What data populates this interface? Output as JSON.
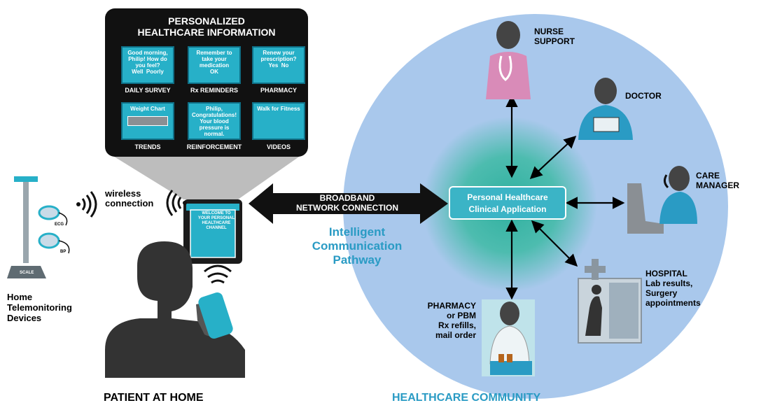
{
  "panel": {
    "title_line1": "PERSONALIZED",
    "title_line2": "HEALTHCARE INFORMATION",
    "tiles": [
      {
        "text": "Good morning, Philip! How do you feel?",
        "opt_a": "Well",
        "opt_b": "Poorly",
        "label": "DAILY SURVEY"
      },
      {
        "text": "Remember to take your medication",
        "opt_a": "OK",
        "label": "Rx REMINDERS"
      },
      {
        "text": "Renew your prescription?",
        "opt_a": "Yes",
        "opt_b": "No",
        "label": "PHARMACY"
      },
      {
        "text": "Weight Chart",
        "label": "TRENDS"
      },
      {
        "text": "Philip, Congratulations! Your blood pressure is normal.",
        "label": "REINFORCEMENT"
      },
      {
        "text": "Walk for Fitness",
        "label": "VIDEOS"
      }
    ]
  },
  "screen_text": "WELCOME TO YOUR PERSONAL HEALTHCARE CHANNEL",
  "wireless_line1": "wireless",
  "wireless_line2": "connection",
  "device_labels": {
    "ecg": "ECG",
    "bp": "BP",
    "scale": "SCALE"
  },
  "home_devices_line1": "Home",
  "home_devices_line2": "Telemonitoring",
  "home_devices_line3": "Devices",
  "broadband_line1": "BROADBAND",
  "broadband_line2": "NETWORK CONNECTION",
  "pathway_line1": "Intelligent",
  "pathway_line2": "Communication",
  "pathway_line3": "Pathway",
  "hub_line1": "Personal Healthcare",
  "hub_line2": "Clinical Application",
  "nurse_line1": "NURSE",
  "nurse_line2": "SUPPORT",
  "doctor": "DOCTOR",
  "care_line1": "CARE",
  "care_line2": "MANAGER",
  "hospital_line1": "HOSPITAL",
  "hospital_line2": "Lab results,",
  "hospital_line3": "Surgery",
  "hospital_line4": "appointments",
  "pharmacy_line1": "PHARMACY",
  "pharmacy_line2": "or PBM",
  "pharmacy_line3": "Rx refills,",
  "pharmacy_line4": "mail order",
  "patient_label": "PATIENT AT HOME",
  "community_label": "HEALTHCARE COMMUNITY",
  "colors": {
    "community_circle": "#a9c8ec",
    "inner_glow": "#3fb3a9",
    "teal": "#2a9bc4",
    "dark": "#1a1a1a"
  }
}
